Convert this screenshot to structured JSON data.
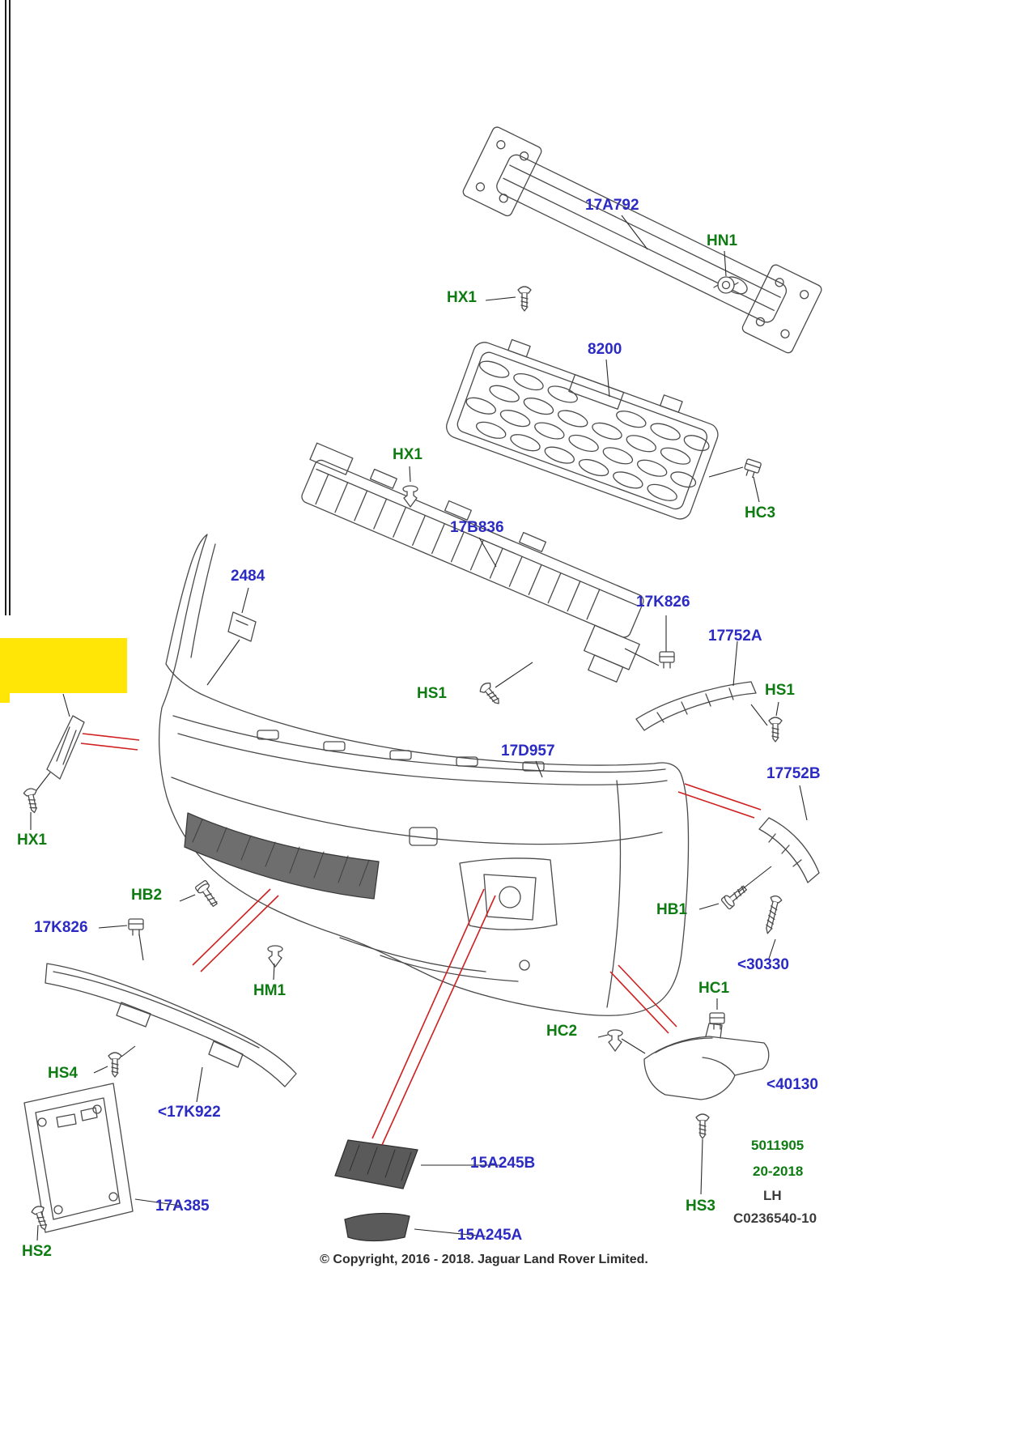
{
  "diagram": {
    "title": "Front bumper and components exploded parts diagram"
  },
  "colors": {
    "part_label": "#2b2bc4",
    "hardware_label": "#0e7c12",
    "highlight": "#ffe606",
    "pointer_line": "#cf1f1f",
    "art_line": "#4a4a4a",
    "dark_fill": "#5a5a5a"
  },
  "labels": {
    "parts": [
      {
        "text": "17A792"
      },
      {
        "text": "8200"
      },
      {
        "text": "17B836"
      },
      {
        "text": "2484"
      },
      {
        "text": "17K826"
      },
      {
        "text": "17752A"
      },
      {
        "text": "17D957"
      },
      {
        "text": "17752B"
      },
      {
        "text": "17K826"
      },
      {
        "text": "<30330"
      },
      {
        "text": "<40130"
      },
      {
        "text": "<17K922"
      },
      {
        "text": "15A245B"
      },
      {
        "text": "17A385"
      },
      {
        "text": "15A245A"
      }
    ],
    "hardware": [
      {
        "text": "HN1"
      },
      {
        "text": "HX1"
      },
      {
        "text": "HX1"
      },
      {
        "text": "HC3"
      },
      {
        "text": "HS1"
      },
      {
        "text": "HS1"
      },
      {
        "text": "HX1"
      },
      {
        "text": "HB2"
      },
      {
        "text": "HB1"
      },
      {
        "text": "HM1"
      },
      {
        "text": "HC1"
      },
      {
        "text": "HC2"
      },
      {
        "text": "HS4"
      },
      {
        "text": "HS3"
      },
      {
        "text": "HS2"
      }
    ]
  },
  "sheet": {
    "number": "5011905",
    "period": "20-2018",
    "side": "LH",
    "code": "C0236540-10"
  },
  "footer": {
    "copyright": "© Copyright, 2016 - 2018. Jaguar Land Rover Limited."
  }
}
